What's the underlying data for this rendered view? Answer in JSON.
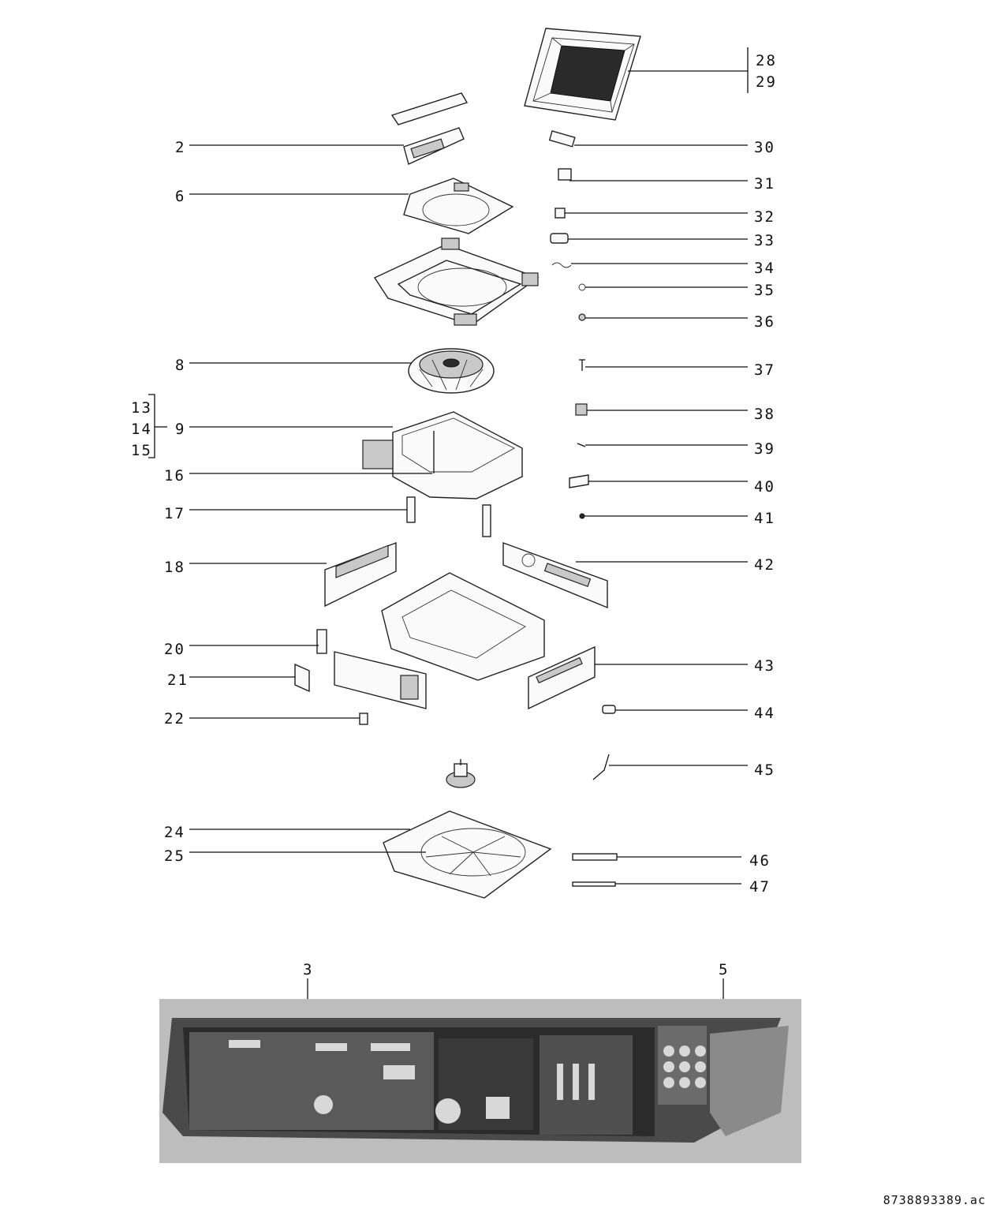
{
  "callouts": {
    "c2": "2",
    "c6": "6",
    "c8": "8",
    "c9": "9",
    "c13": "13",
    "c14": "14",
    "c15": "15",
    "c16": "16",
    "c17": "17",
    "c18": "18",
    "c20": "20",
    "c21": "21",
    "c22": "22",
    "c24": "24",
    "c25": "25",
    "c28": "28",
    "c29": "29",
    "c30": "30",
    "c31": "31",
    "c32": "32",
    "c33": "33",
    "c34": "34",
    "c35": "35",
    "c36": "36",
    "c37": "37",
    "c38": "38",
    "c39": "39",
    "c40": "40",
    "c41": "41",
    "c42": "42",
    "c43": "43",
    "c44": "44",
    "c45": "45",
    "c46": "46",
    "c47": "47",
    "c3": "3",
    "c5": "5"
  },
  "document_ref": "8738893389.ac",
  "icons": {
    "grille": "grille-panel-icon",
    "fan": "fan-wheel-icon",
    "motor": "motor-icon",
    "pcb": "control-board-photo"
  },
  "colors": {
    "line": "#111111",
    "paper": "#ffffff",
    "photo_dark": "#2b2b2b"
  }
}
